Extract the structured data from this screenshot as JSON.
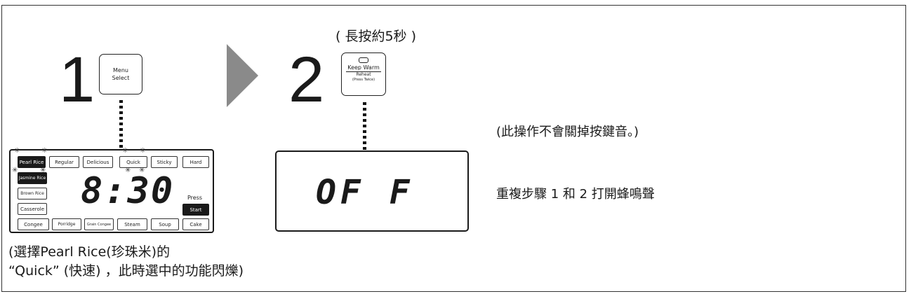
{
  "top_note": "( 長按約5秒 )",
  "step1": {
    "number": "1",
    "button_line1": "Menu",
    "button_line2": "Select"
  },
  "step2": {
    "number": "2",
    "button_line1": "Keep Warm",
    "button_line2": "Reheat",
    "button_line3": "(Press Twice)",
    "display_text": "OF F"
  },
  "panel": {
    "top_row": [
      "Pearl Rice",
      "Regular",
      "Delicious",
      "Quick",
      "Sticky",
      "Hard"
    ],
    "left_col": [
      "Jasmine Rice",
      "Brown Rice",
      "Casserole"
    ],
    "bottom_row": [
      "Congee",
      "Porridge",
      "Grain Congee",
      "Steam",
      "Soup",
      "Cake"
    ],
    "time": "8:30",
    "press_label": "Press",
    "start_label": "Start"
  },
  "right_notes": {
    "note1": "(此操作不會關掉按鍵音。)",
    "note2": "重複步驟 1 和 2 打開蜂鳴聲"
  },
  "bottom_caption": {
    "line1": "(選擇Pearl Rice(珍珠米)的",
    "line2": "“Quick” (快速) ，此時選中的功能閃爍)"
  },
  "colors": {
    "arrow": "#8a8a8a",
    "ink": "#1a1a1a"
  }
}
